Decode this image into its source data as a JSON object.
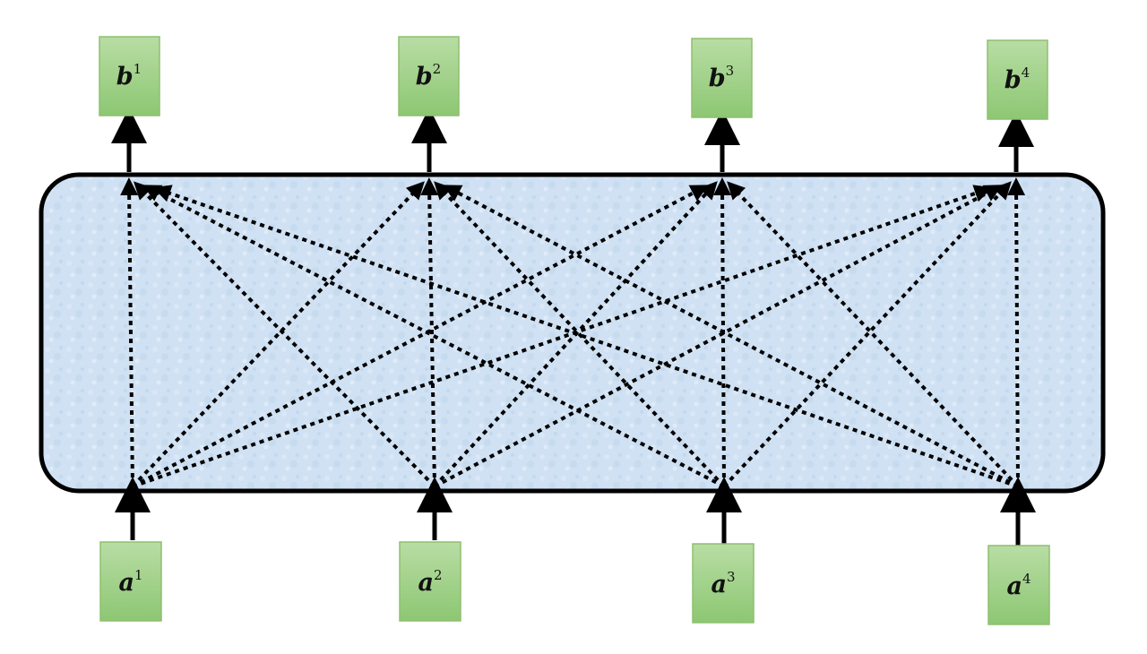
{
  "inputs": [
    {
      "base": "a",
      "sup": "1"
    },
    {
      "base": "a",
      "sup": "2"
    },
    {
      "base": "a",
      "sup": "3"
    },
    {
      "base": "a",
      "sup": "4"
    }
  ],
  "outputs": [
    {
      "base": "b",
      "sup": "1"
    },
    {
      "base": "b",
      "sup": "2"
    },
    {
      "base": "b",
      "sup": "3"
    },
    {
      "base": "b",
      "sup": "4"
    }
  ],
  "colors": {
    "box_fill_top": "#b4dba0",
    "box_fill_bottom": "#8cc872",
    "layer_fill": "#cfe1f3",
    "stroke": "#000000"
  }
}
